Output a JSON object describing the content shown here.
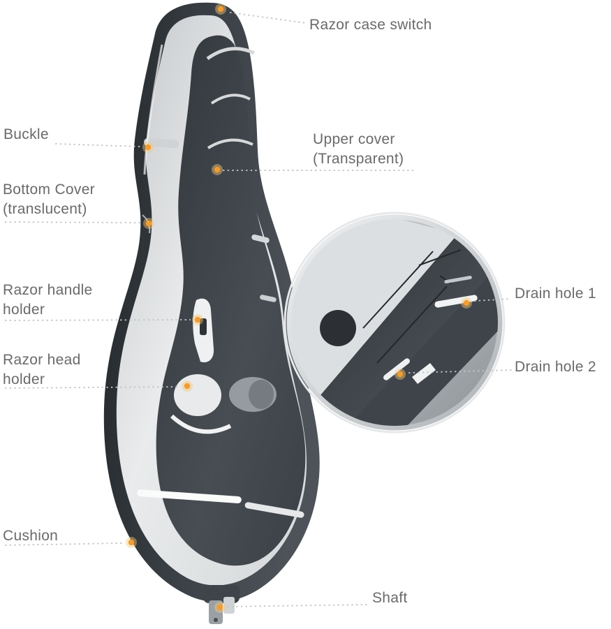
{
  "labels": {
    "razor_case_switch": "Razor case switch",
    "buckle": "Buckle",
    "upper_cover": [
      "Upper cover",
      "(Transparent)"
    ],
    "bottom_cover": [
      "Bottom Cover",
      "(translucent)"
    ],
    "razor_handle_holder": [
      "Razor handle",
      "holder"
    ],
    "razor_head_holder": [
      "Razor head",
      "holder"
    ],
    "drain_hole_1": "Drain hole 1",
    "drain_hole_2": "Drain hole 2",
    "cushion": "Cushion",
    "shaft": "Shaft"
  },
  "colors": {
    "marker_core": "#f09d33",
    "marker_halo": "#f7c777",
    "leader_line": "#c4c4c4",
    "label_text": "#6a6a6a",
    "case_dark": "#33383d",
    "case_shell": "#e4e6e8"
  }
}
